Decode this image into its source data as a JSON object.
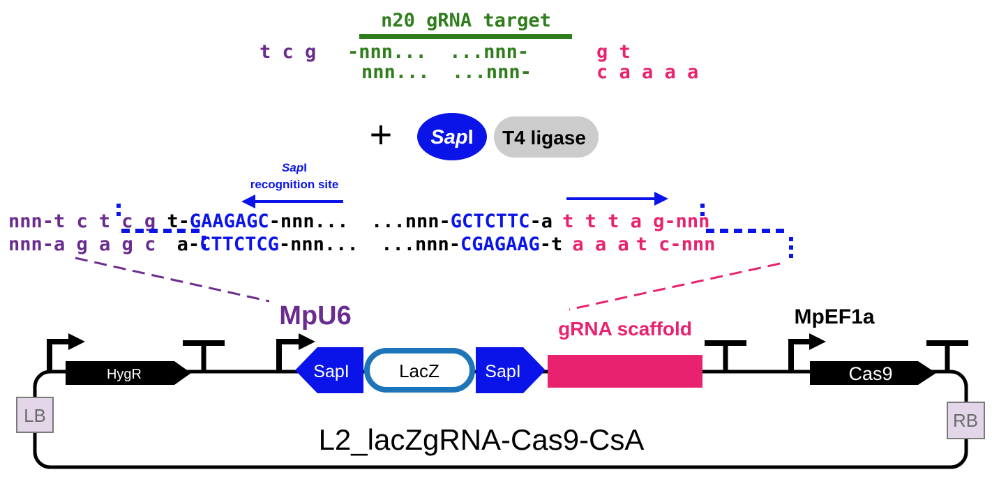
{
  "colors": {
    "purple": "#6a2c8e",
    "green": "#2f7d1c",
    "pink": "#e8226e",
    "blue": "#0a14e8",
    "black": "#000000",
    "grey": "#cccccc",
    "lacz_ring": "#1e74b8",
    "border_box": "#e2d6e8"
  },
  "oligo": {
    "title": "n20 gRNA target",
    "top_left": "t c g",
    "top_mid": "-nnn...  ...nnn-",
    "top_right": "g t",
    "bottom_mid": "nnn...  ...nnn-",
    "bottom_right": "c a a a a"
  },
  "reaction": {
    "plus": "+",
    "enzyme_italic": "Sap",
    "enzyme_suffix": "I",
    "ligase": "T4 ligase"
  },
  "recognition_label": {
    "italic": "Sap",
    "suffix": "I",
    "line2": "recognition site"
  },
  "sequence": {
    "top": {
      "left_purple": "nnn-t c",
      "left_purple2": "t c g",
      "black1": " t-",
      "blue1": "GAAGAGC",
      "mid": "-nnn...  ...nnn-",
      "blue2": "GCTCTTC",
      "black2": "-a",
      "right_pink": "t t t a g-nnn"
    },
    "bottom": {
      "left_purple": "nnn-a g a g c",
      "black1": " a-",
      "blue1": "CTTCTCG",
      "mid": "-nnn...  ...nnn-",
      "blue2": "CGAGAAG",
      "black2": "-t",
      "right_pink": "a a a",
      "right_pink2": "t c-nnn"
    }
  },
  "plasmid": {
    "name": "L2_lacZgRNA-Cas9-CsA",
    "lb": "LB",
    "rb": "RB",
    "hygr": "HygR",
    "mpu6": "MpU6",
    "sapi_left": "SapI",
    "lacz": "LacZ",
    "sapi_right": "SapI",
    "scaffold": "gRNA scaffold",
    "mpef1a": "MpEF1a",
    "cas9": "Cas9"
  }
}
